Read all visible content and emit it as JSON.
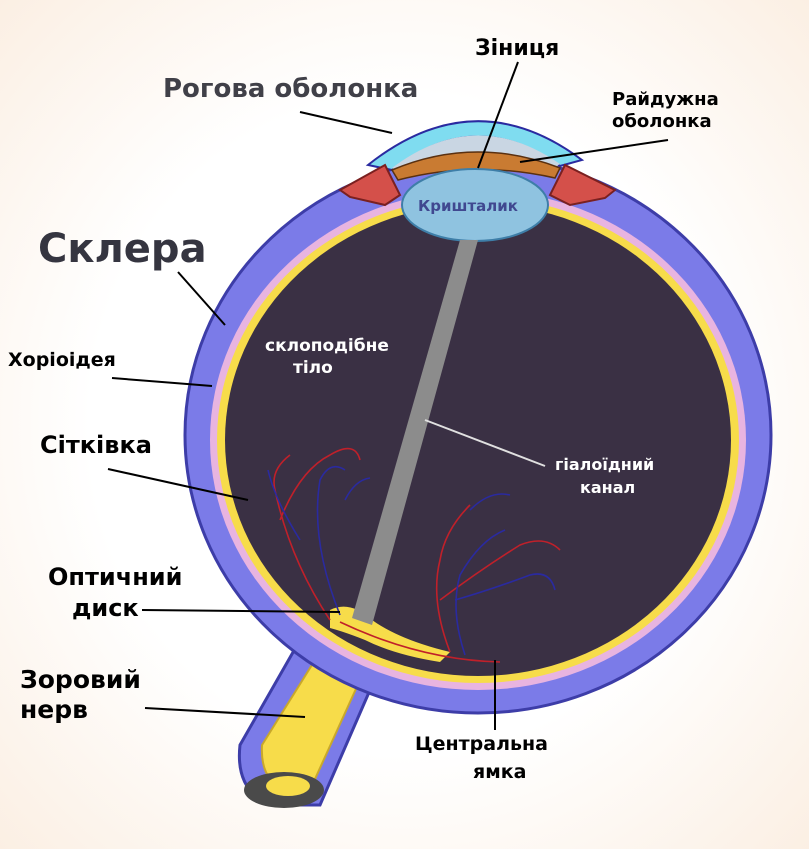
{
  "colors": {
    "sclera": "#7b7be8",
    "sclera_outline": "#3d3da8",
    "interior": "#3a3044",
    "choroid": "#e8b4e0",
    "retina": "#f7dc4a",
    "cornea": "#7fdcf0",
    "iris": "#c97b32",
    "ciliary": "#d4504a",
    "lens": "#8fc3e0",
    "canal": "#8c8c8c",
    "nerve": "#f7dc4a",
    "vessel_red": "#c0202a",
    "vessel_blue": "#2a2aa0"
  },
  "labels": {
    "cornea": "Рогова оболонка",
    "pupil": "Зіниця",
    "iris_line1": "Райдужна",
    "iris_line2": "оболонка",
    "lens": "Кришталик",
    "sclera": "Склера",
    "choroid": "Хоріоідея",
    "vitreous_line1": "склоподібне",
    "vitreous_line2": "тіло",
    "retina": "Сітківка",
    "hyaloid_line1": "гіалоїдний",
    "hyaloid_line2": "канал",
    "optic_disc_line1": "Оптичний",
    "optic_disc_line2": "диск",
    "optic_nerve_line1": "Зоровий",
    "optic_nerve_line2": "нерв",
    "fovea_line1": "Центральна",
    "fovea_line2": "ямка"
  }
}
